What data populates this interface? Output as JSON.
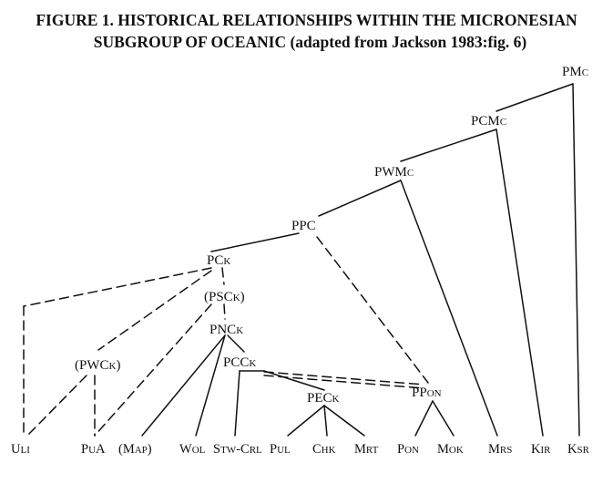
{
  "figure": {
    "title_line1": "FIGURE 1.  HISTORICAL RELATIONSHIPS WITHIN THE MICRONESIAN",
    "title_line2": "SUBGROUP OF OCEANIC (adapted from Jackson 1983:fig. 6)"
  },
  "nodes": {
    "pmc": {
      "cap": "PM",
      "sc": "C"
    },
    "pcmc": {
      "cap": "PCM",
      "sc": "C"
    },
    "pwmc": {
      "cap": "PWM",
      "sc": "C"
    },
    "ppc": {
      "cap": "PPC",
      "sc": ""
    },
    "pck": {
      "cap": "PC",
      "sc": "K"
    },
    "psck": {
      "pre": "(PSC",
      "sc": "K",
      "post": ")"
    },
    "pnck": {
      "cap": "PNC",
      "sc": "K"
    },
    "pwck": {
      "pre": "(PWC",
      "sc": "K",
      "post": ")"
    },
    "pcck": {
      "cap": "PCC",
      "sc": "K"
    },
    "peck": {
      "cap": "PEC",
      "sc": "K"
    },
    "ppon": {
      "cap": "PP",
      "sc": "ON"
    }
  },
  "leaves": {
    "uli": {
      "cap": "U",
      "sc": "LI"
    },
    "pua": {
      "cap": "P",
      "sc": "U",
      "tail": "A"
    },
    "map": {
      "pre": "(M",
      "sc": "AP",
      "post": ")"
    },
    "wol": {
      "cap": "W",
      "sc": "OL"
    },
    "stw": {
      "cap": "S",
      "sc": "TW",
      "mid": "-C",
      "sc2": "RL"
    },
    "pul": {
      "cap": "P",
      "sc": "UL"
    },
    "chk": {
      "cap": "C",
      "sc": "HK"
    },
    "mrt": {
      "cap": "M",
      "sc": "RT"
    },
    "pon": {
      "cap": "P",
      "sc": "ON"
    },
    "mok": {
      "cap": "M",
      "sc": "OK"
    },
    "mrs": {
      "cap": "M",
      "sc": "RS"
    },
    "kir": {
      "cap": "K",
      "sc": "IR"
    },
    "ksr": {
      "cap": "K",
      "sc": "SR"
    }
  }
}
